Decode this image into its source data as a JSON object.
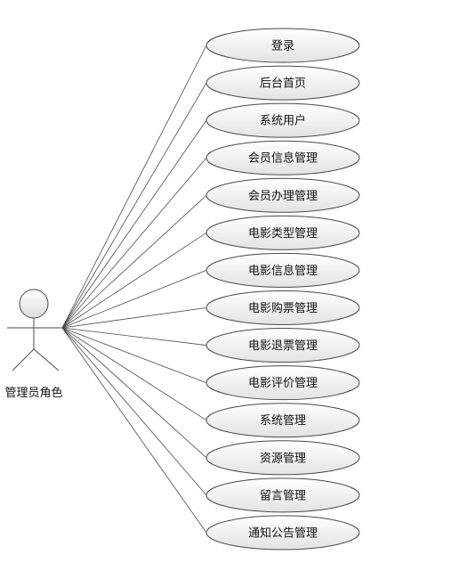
{
  "actor": {
    "name": "管理员角色"
  },
  "use_cases": [
    {
      "label": "登录"
    },
    {
      "label": "后台首页"
    },
    {
      "label": "系统用户"
    },
    {
      "label": "会员信息管理"
    },
    {
      "label": "会员办理管理"
    },
    {
      "label": "电影类型管理"
    },
    {
      "label": "电影信息管理"
    },
    {
      "label": "电影购票管理"
    },
    {
      "label": "电影退票管理"
    },
    {
      "label": "电影评价管理"
    },
    {
      "label": "系统管理"
    },
    {
      "label": "资源管理"
    },
    {
      "label": "留言管理"
    },
    {
      "label": "通知公告管理"
    }
  ]
}
